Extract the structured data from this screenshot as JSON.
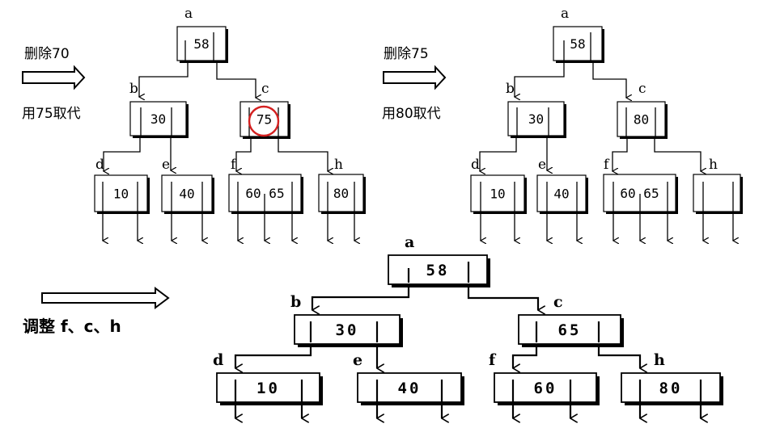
{
  "captions": {
    "step1_top": "删除70",
    "step1_bottom": "用75取代",
    "step2_top": "删除75",
    "step2_bottom": "用80取代",
    "step3": "调整 f、c、h"
  },
  "highlight_color": "#d42020",
  "trees": [
    {
      "id": "tree1",
      "nodes": [
        {
          "id": "a",
          "label": "a",
          "keys": "58"
        },
        {
          "id": "b",
          "label": "b",
          "keys": "30"
        },
        {
          "id": "c",
          "label": "c",
          "keys": "75",
          "highlight": true
        },
        {
          "id": "d",
          "label": "d",
          "keys": "10"
        },
        {
          "id": "e",
          "label": "e",
          "keys": "40"
        },
        {
          "id": "f",
          "label": "f",
          "keys": "60 65"
        },
        {
          "id": "h",
          "label": "h",
          "keys": "80"
        }
      ]
    },
    {
      "id": "tree2",
      "nodes": [
        {
          "id": "a",
          "label": "a",
          "keys": "58"
        },
        {
          "id": "b",
          "label": "b",
          "keys": "30"
        },
        {
          "id": "c",
          "label": "c",
          "keys": "80"
        },
        {
          "id": "d",
          "label": "d",
          "keys": "10"
        },
        {
          "id": "e",
          "label": "e",
          "keys": "40"
        },
        {
          "id": "f",
          "label": "f",
          "keys": "60 65"
        },
        {
          "id": "h",
          "label": "h",
          "keys": ""
        }
      ]
    },
    {
      "id": "tree3",
      "nodes": [
        {
          "id": "a",
          "label": "a",
          "keys": "58"
        },
        {
          "id": "b",
          "label": "b",
          "keys": "30"
        },
        {
          "id": "c",
          "label": "c",
          "keys": "65"
        },
        {
          "id": "d",
          "label": "d",
          "keys": "10"
        },
        {
          "id": "e",
          "label": "e",
          "keys": "40"
        },
        {
          "id": "f",
          "label": "f",
          "keys": "60"
        },
        {
          "id": "h",
          "label": "h",
          "keys": "80"
        }
      ]
    }
  ]
}
